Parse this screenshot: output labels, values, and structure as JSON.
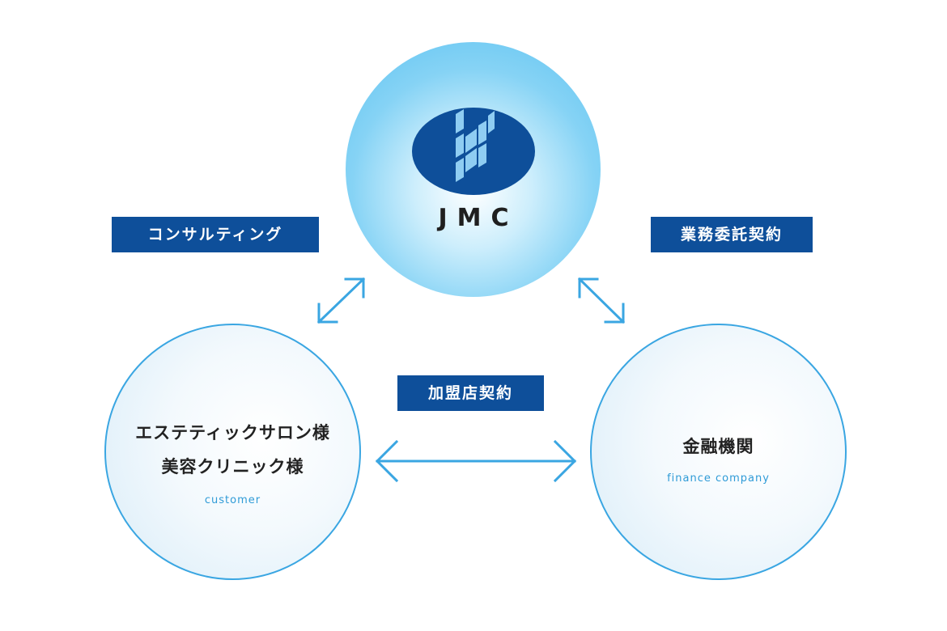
{
  "nodes": {
    "jmc": {
      "logo_text": "JMC"
    },
    "customer": {
      "title_line1": "エステティックサロン様",
      "title_line2": "美容クリニック様",
      "subtitle": "customer"
    },
    "finance": {
      "title": "金融機関",
      "subtitle": "finance company"
    }
  },
  "relations": {
    "consulting": "コンサルティング",
    "outsourcing_contract": "業務委託契約",
    "merchant_contract": "加盟店契約"
  },
  "colors": {
    "label_bg": "#0e4f9a",
    "arrow": "#3aa6e2",
    "circle_border": "#3aa6e2",
    "logo_blue": "#0e4f9a",
    "logo_accent": "#8fcdf2",
    "subtitle_text": "#2f9bd7"
  }
}
